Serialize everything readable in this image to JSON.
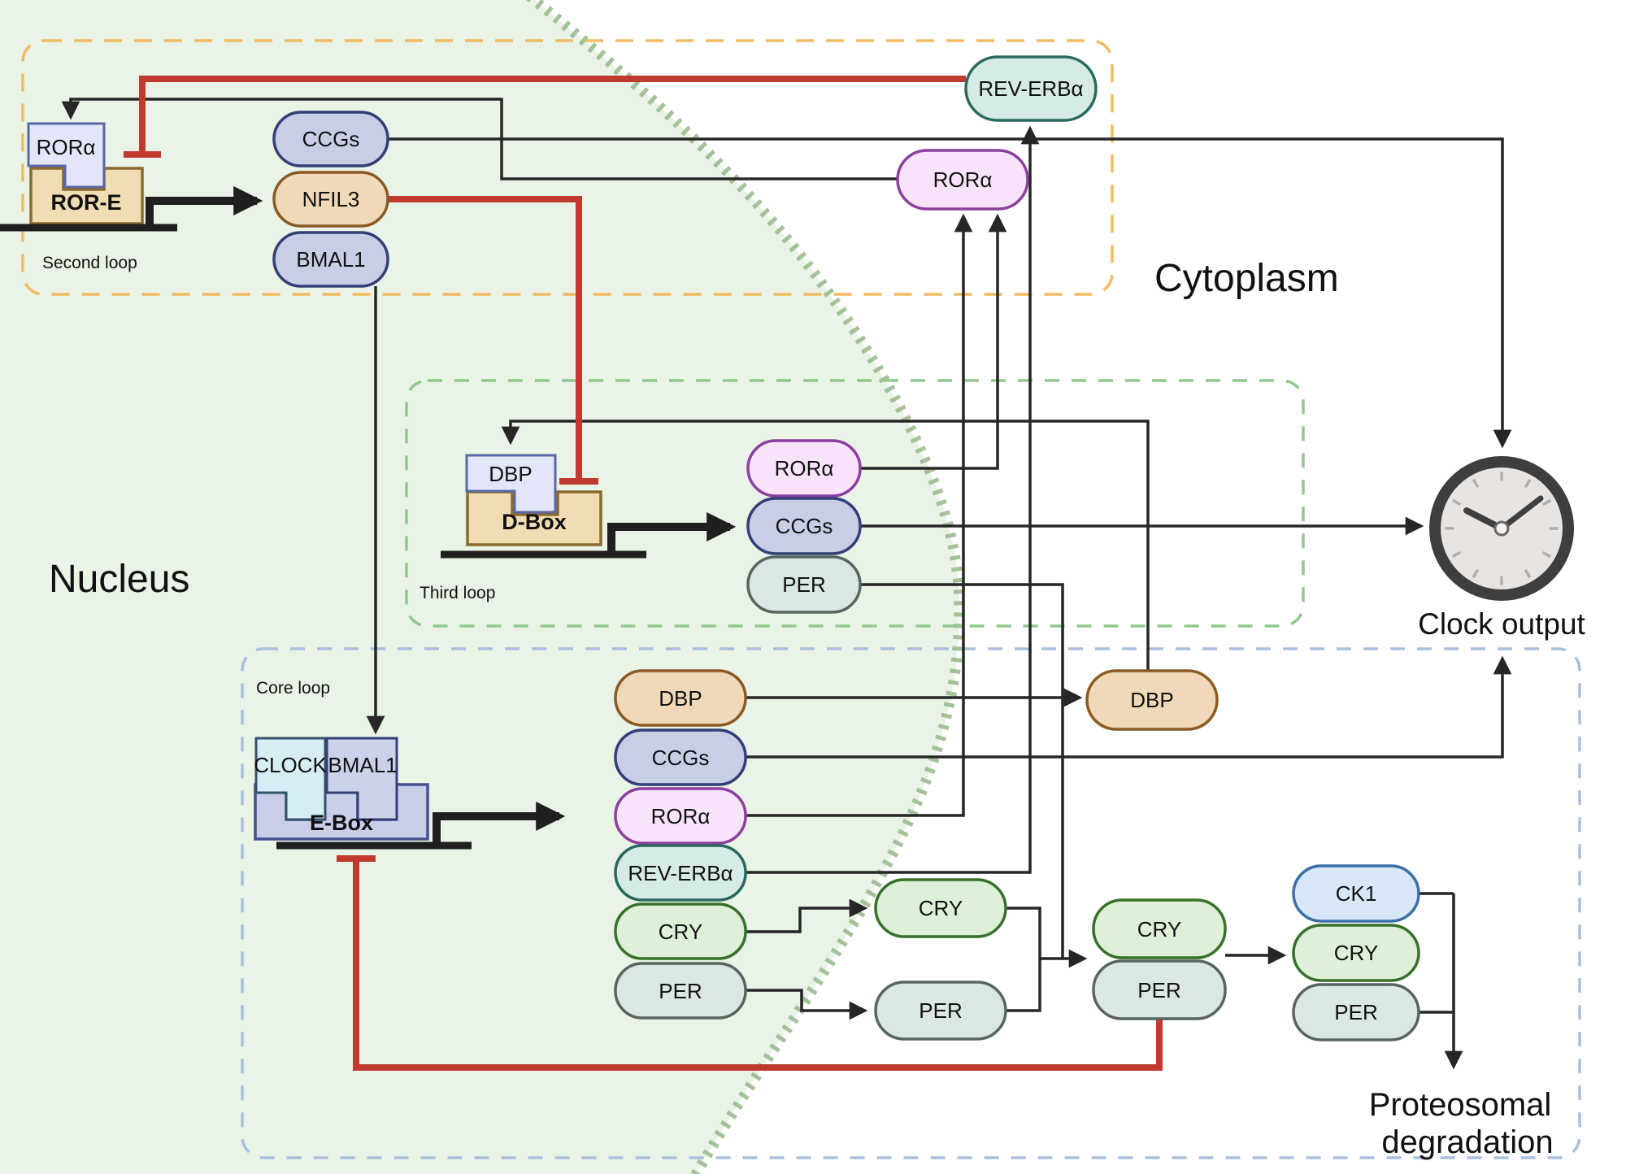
{
  "labels": {
    "nucleus": "Nucleus",
    "cytoplasm": "Cytoplasm",
    "second_loop": "Second loop",
    "third_loop": "Third loop",
    "core_loop": "Core loop",
    "clock_output": "Clock output",
    "degradation_line1": "Proteosomal",
    "degradation_line2": "degradation",
    "ror_e": "ROR-E",
    "d_box": "D-Box",
    "e_box": "E-Box",
    "clock_tf": "CLOCK",
    "bmal1_tf": "BMAL1",
    "rora": "RORα",
    "ccgs": "CCGs",
    "nfil3": "NFIL3",
    "bmal1": "BMAL1",
    "rev_erba": "REV-ERBα",
    "dbp": "DBP",
    "per": "PER",
    "cry": "CRY",
    "ck1": "CK1"
  },
  "colors": {
    "inhibition_red": "#c03a2f",
    "activation_black": "#262626",
    "nucleus_fill": "#e9f3e6",
    "membrane_green": "#95b789",
    "second_loop_border": "#f2bb62",
    "third_loop_border": "#8fc98b",
    "core_loop_border": "#a9bfdf",
    "pill_lavender": "#c9cee7",
    "pill_tan": "#f0d9b8",
    "pill_pink": "#f8e4fa",
    "pill_teal": "#d6eae6",
    "pill_green": "#def0d8",
    "pill_gray": "#dbe7e3",
    "pill_blue": "#d8e7f7",
    "gene_box_tan": "#f0ddb3",
    "gene_box_lavender": "#c9cfe9",
    "clock_ring": "#3e3e3e",
    "clock_face": "#e8e4e1"
  }
}
